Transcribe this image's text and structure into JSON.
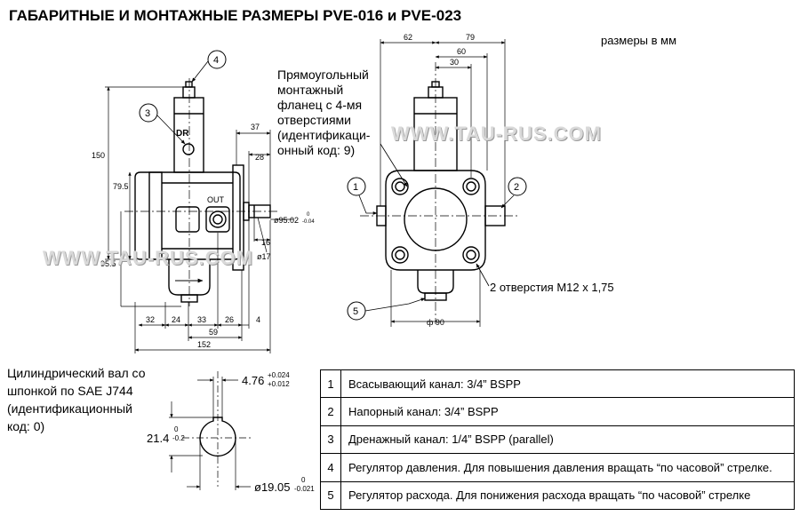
{
  "title": "ГАБАРИТНЫЕ И МОНТАЖНЫЕ РАЗМЕРЫ PVE-016 и PVE-023",
  "units_note": "размеры в мм",
  "flange_note": "Прямоугольный монтажный фланец с 4-мя отверстиями (идентификаци-онный код: 9)",
  "shaft_note": "Цилиндрический вал со шпонкой по SAE J744 (идентификационный код: 0)",
  "watermark": "WWW.TAU-RUS.COM",
  "holes_note": "2 отверстия M12 x 1,75",
  "side_view": {
    "dr_label": "DR",
    "out_label": "OUT",
    "dims": {
      "d150": "150",
      "d79_5": "79.5",
      "d95_5": "95.5",
      "d37": "37",
      "d28": "28",
      "d95_02": "ø95.02",
      "d95_02_tol_up": "0",
      "d95_02_tol_dn": "-0.04",
      "d16": "16",
      "d17": "ø17",
      "b32": "32",
      "b24": "24",
      "b33": "33",
      "b26": "26",
      "b4": "4",
      "b59": "59",
      "b152": "152"
    }
  },
  "front_view": {
    "dims": {
      "d62": "62",
      "d79": "79",
      "d60": "60",
      "d30": "30",
      "d90": "ф 90"
    }
  },
  "shaft": {
    "key": "4.76",
    "key_tol_up": "+0.024",
    "key_tol_dn": "+0.012",
    "height": "21.4",
    "height_tol_up": "0",
    "height_tol_dn": "-0.2",
    "dia": "ø19.05",
    "dia_tol_up": "0",
    "dia_tol_dn": "-0.021"
  },
  "callouts": [
    "1",
    "2",
    "3",
    "4",
    "5"
  ],
  "legend": [
    {
      "num": "1",
      "text": "Всасывающий канал: 3/4” BSPP"
    },
    {
      "num": "2",
      "text": "Напорный канал: 3/4” BSPP"
    },
    {
      "num": "3",
      "text": "Дренажный канал: 1/4” BSPP  (parallel)"
    },
    {
      "num": "4",
      "text": "Регулятор давления. Для повышения давления вращать “по часовой” стрелке."
    },
    {
      "num": "5",
      "text": "Регулятор расхода. Для понижения расхода вращать “по часовой” стрелке"
    }
  ],
  "colors": {
    "line": "#000000",
    "background": "#ffffff",
    "watermark": "#d9d9d9"
  }
}
